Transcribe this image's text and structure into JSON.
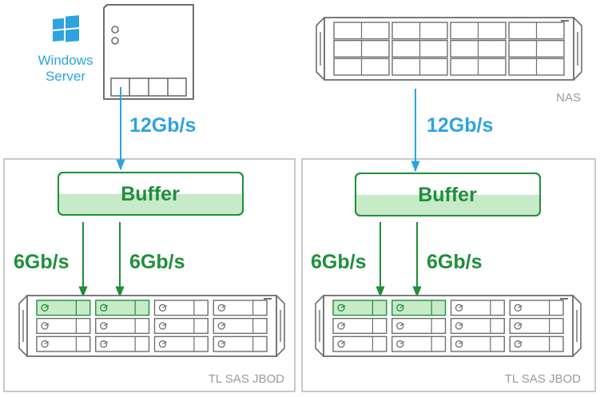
{
  "colors": {
    "blue": "#2ea3e0",
    "green": "#1f8f3a",
    "buffer_fill": "#c7eac9",
    "outline": "#6e6e6e",
    "frame": "#c8c8c8",
    "label_gray": "#9a9a9a"
  },
  "left": {
    "os_icon": "windows-logo-icon",
    "os_line1": "Windows",
    "os_line2": "Server",
    "link_speed": "12Gb/s",
    "buffer_label": "Buffer",
    "lane_left_speed": "6Gb/s",
    "lane_right_speed": "6Gb/s",
    "jbod_label": "TL SAS JBOD"
  },
  "right": {
    "nas_label": "NAS",
    "link_speed": "12Gb/s",
    "buffer_label": "Buffer",
    "lane_left_speed": "6Gb/s",
    "lane_right_speed": "6Gb/s",
    "jbod_label": "TL SAS JBOD"
  },
  "jbod": {
    "rows": 3,
    "cols": 4,
    "highlighted_slots": [
      [
        0,
        0
      ],
      [
        0,
        1
      ]
    ]
  }
}
